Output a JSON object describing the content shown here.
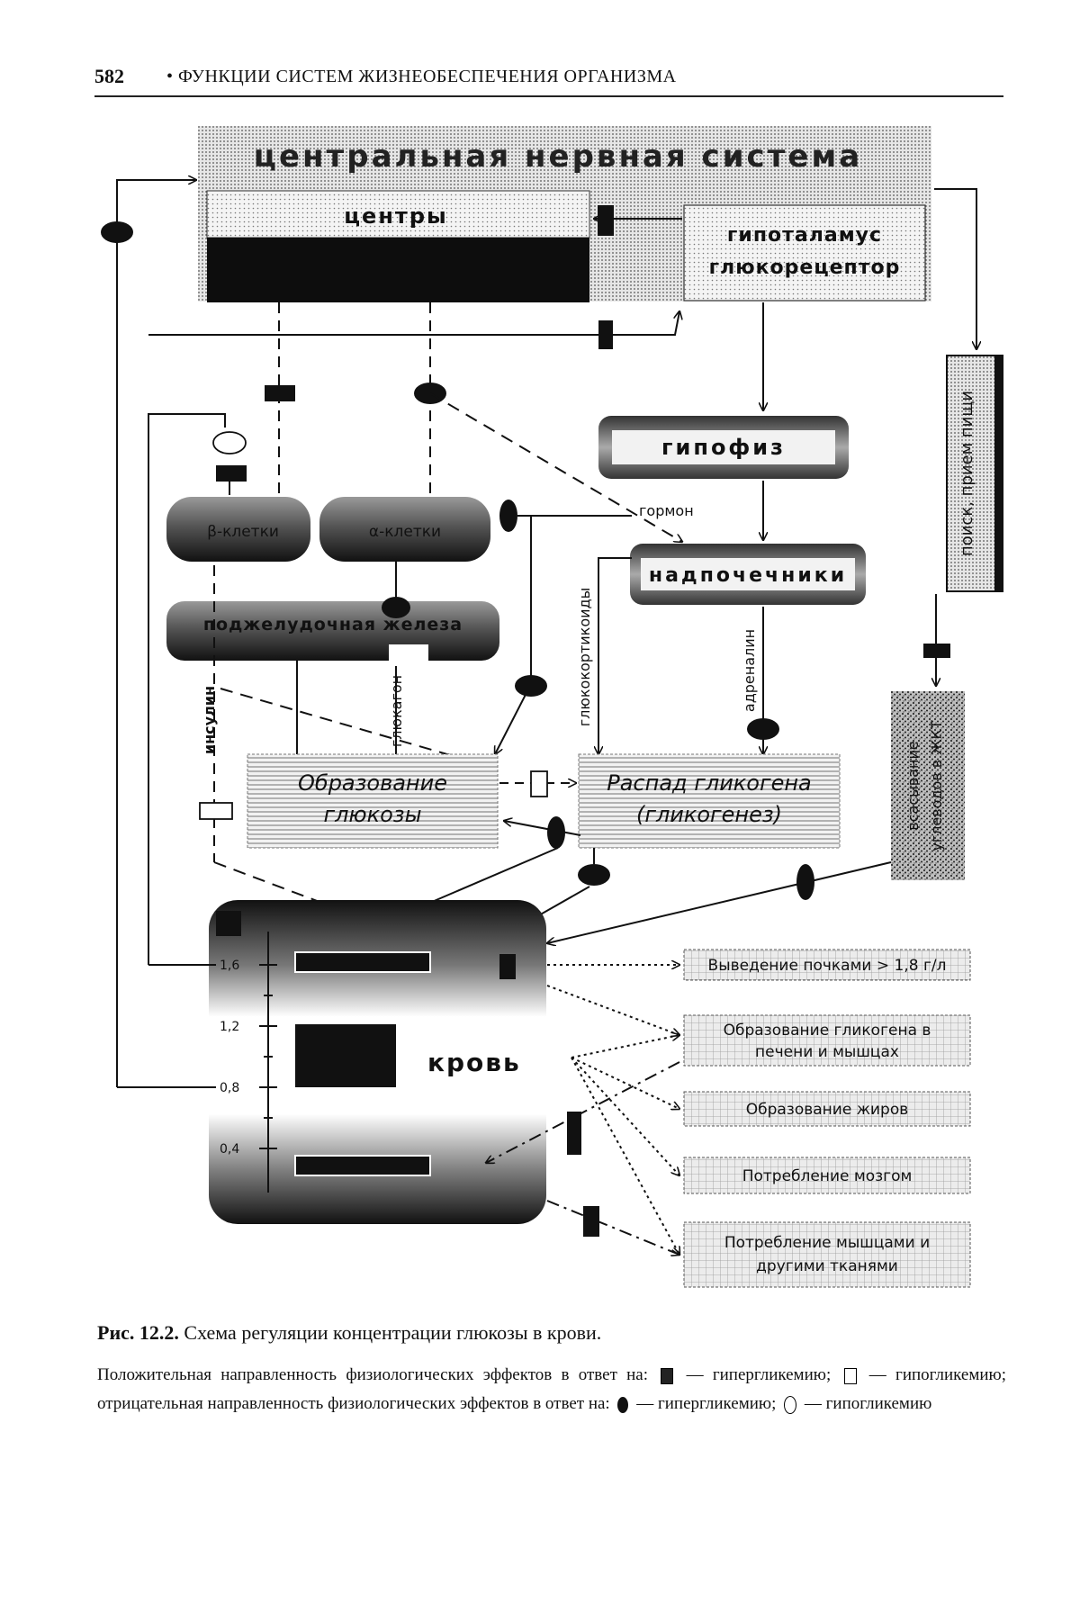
{
  "header": {
    "page_number": "582",
    "separator": "•",
    "running_title": "ФУНКЦИИ СИСТЕМ ЖИЗНЕОБЕСПЕЧЕНИЯ ОРГАНИЗМА"
  },
  "diagram": {
    "cns": "центральная нервная система",
    "centers": "центры",
    "hypothalamus_line1": "гипоталамус",
    "hypothalamus_line2": "глюкорецептор",
    "pituitary": "гипофиз",
    "adrenals": "надпочечники",
    "hormone": "гормон",
    "beta_cells": "β-клетки",
    "alpha_cells": "α-клетки",
    "pancreas": "поджелудочная железа",
    "insulin": "инсулин",
    "glucagon": "глюкагон",
    "glucocorticoids": "глюкокортикоиды",
    "adrenaline": "адреналин",
    "gluconeogenesis_line1": "Образование",
    "gluconeogenesis_line2": "глюкозы",
    "glycogenolysis_line1": "Распад гликогена",
    "glycogenolysis_line2": "(гликогенез)",
    "food_intake": "поиск, прием пищи",
    "absorption_line1": "всасывание",
    "absorption_line2": "углеводов в ЖКТ",
    "blood": "кровь",
    "scale_ticks": [
      "1,6",
      "1,2",
      "0,8",
      "0,4"
    ],
    "outputs": [
      [
        "Выведение почками > 1,8 г/л"
      ],
      [
        "Образование гликогена в",
        "печени и мышцах"
      ],
      [
        "Образование жиров"
      ],
      [
        "Потребление мозгом"
      ],
      [
        "Потребление мышцами и",
        "другими тканями"
      ]
    ]
  },
  "caption": {
    "label": "Рис. 12.2.",
    "text": "Схема регуляции концентрации глюкозы в крови."
  },
  "legend": {
    "part1": "Положительная направленность физиологических эффектов в ответ на:",
    "hyper1": "— гипергликемию;",
    "hypo1": "— гипогликемию; отрицательная направленность физиологических эффектов в ответ на:",
    "hyper2": "— гипергликемию;",
    "hypo2": "— гипогликемию"
  }
}
